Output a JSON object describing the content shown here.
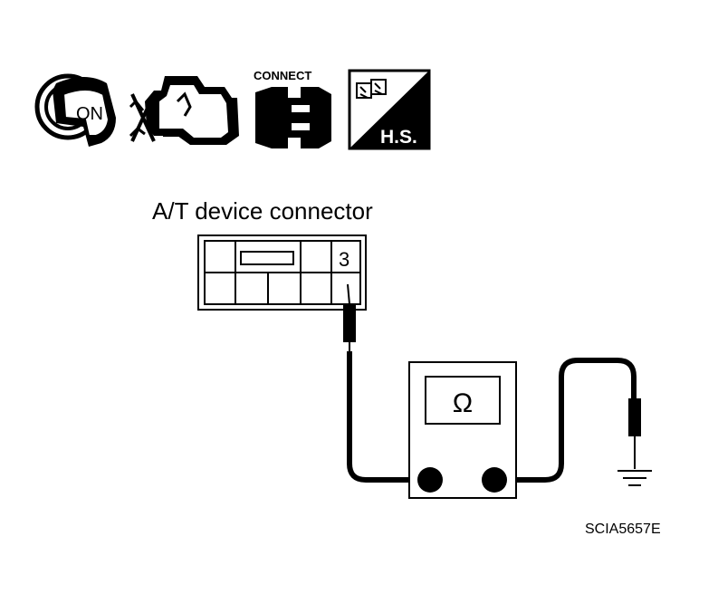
{
  "icons": {
    "ignition_label": "ON",
    "connect_label": "CONNECT",
    "hs_label": "H.S."
  },
  "connector": {
    "title": "A/T device connector",
    "terminal_number": "3"
  },
  "meter": {
    "symbol": "Ω"
  },
  "figure_code": "SCIA5657E",
  "colors": {
    "line": "#000000",
    "background": "#ffffff",
    "meter_body": "#ffffff"
  }
}
